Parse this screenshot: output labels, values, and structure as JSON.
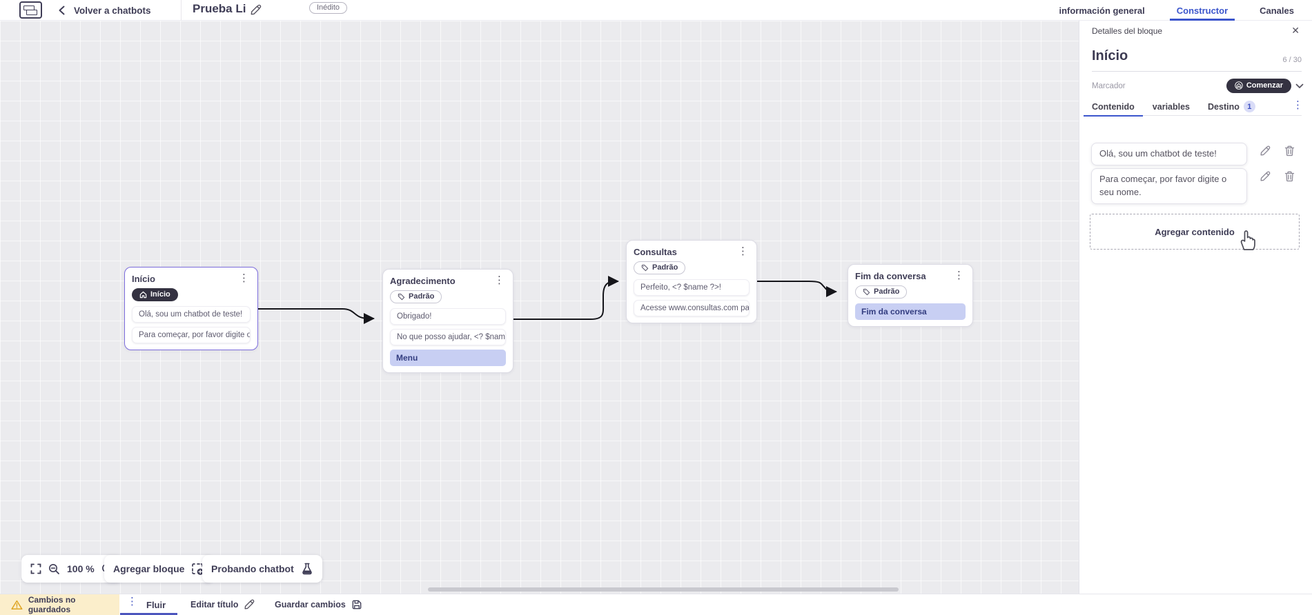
{
  "topbar": {
    "back_label": "Volver a chatbots",
    "doc_title": "Prueba Li",
    "status_badge": "Inédito",
    "tabs": [
      {
        "label": "información general",
        "active": false
      },
      {
        "label": "Constructor",
        "active": true
      },
      {
        "label": "Canales",
        "active": false
      }
    ]
  },
  "panel": {
    "header": "Detalles del bloque",
    "block_name": "Início",
    "name_counter": "6 / 30",
    "marker_label": "Marcador",
    "marker_value": "Comenzar",
    "tabs": [
      {
        "label": "Contenido",
        "active": true
      },
      {
        "label": "variables",
        "active": false
      },
      {
        "label": "Destino",
        "active": false,
        "badge": "1"
      }
    ],
    "contents": [
      "Olá, sou um chatbot de teste!",
      "Para começar, por favor digite o seu nome."
    ],
    "add_content_label": "Agregar contenido"
  },
  "canvas": {
    "nodes": [
      {
        "title": "Início",
        "badge": "Início",
        "badge_style": "start",
        "selected": true,
        "items": [
          {
            "type": "message",
            "text": "Olá, sou um chatbot de teste!"
          },
          {
            "type": "message",
            "text": "Para começar, por favor digite o ..."
          }
        ]
      },
      {
        "title": "Agradecimento",
        "badge": "Padrão",
        "badge_style": "default",
        "selected": false,
        "items": [
          {
            "type": "message",
            "text": "Obrigado!"
          },
          {
            "type": "message",
            "text": "No que posso ajudar, <? $name ..."
          },
          {
            "type": "highlight",
            "text": "Menu"
          }
        ]
      },
      {
        "title": "Consultas",
        "badge": "Padrão",
        "badge_style": "default",
        "selected": false,
        "items": [
          {
            "type": "message",
            "text": "Perfeito, <? $name ?>!"
          },
          {
            "type": "message",
            "text": "Acesse www.consultas.com par..."
          }
        ]
      },
      {
        "title": "Fim da conversa",
        "badge": "Padrão",
        "badge_style": "default",
        "selected": false,
        "items": [
          {
            "type": "highlight",
            "text": "Fim da conversa"
          }
        ]
      }
    ],
    "zoom_level": "100 %",
    "add_block_label": "Agregar bloque",
    "test_chatbot_label": "Probando chatbot"
  },
  "bottombar": {
    "unsaved_label": "Cambios no guardados",
    "flow_tab": "Fluir",
    "edit_title_label": "Editar título",
    "save_label": "Guardar cambios"
  },
  "glyphs": {
    "kebab": "⋮",
    "close": "✕"
  },
  "colors": {
    "accent_blue": "#3b55cc",
    "selected_purple": "#7c6cdc",
    "highlight_bg": "#c8cff3",
    "dark_pill": "#343241",
    "warning_bg": "#fbeecb",
    "canvas_bg": "#ebebee"
  }
}
